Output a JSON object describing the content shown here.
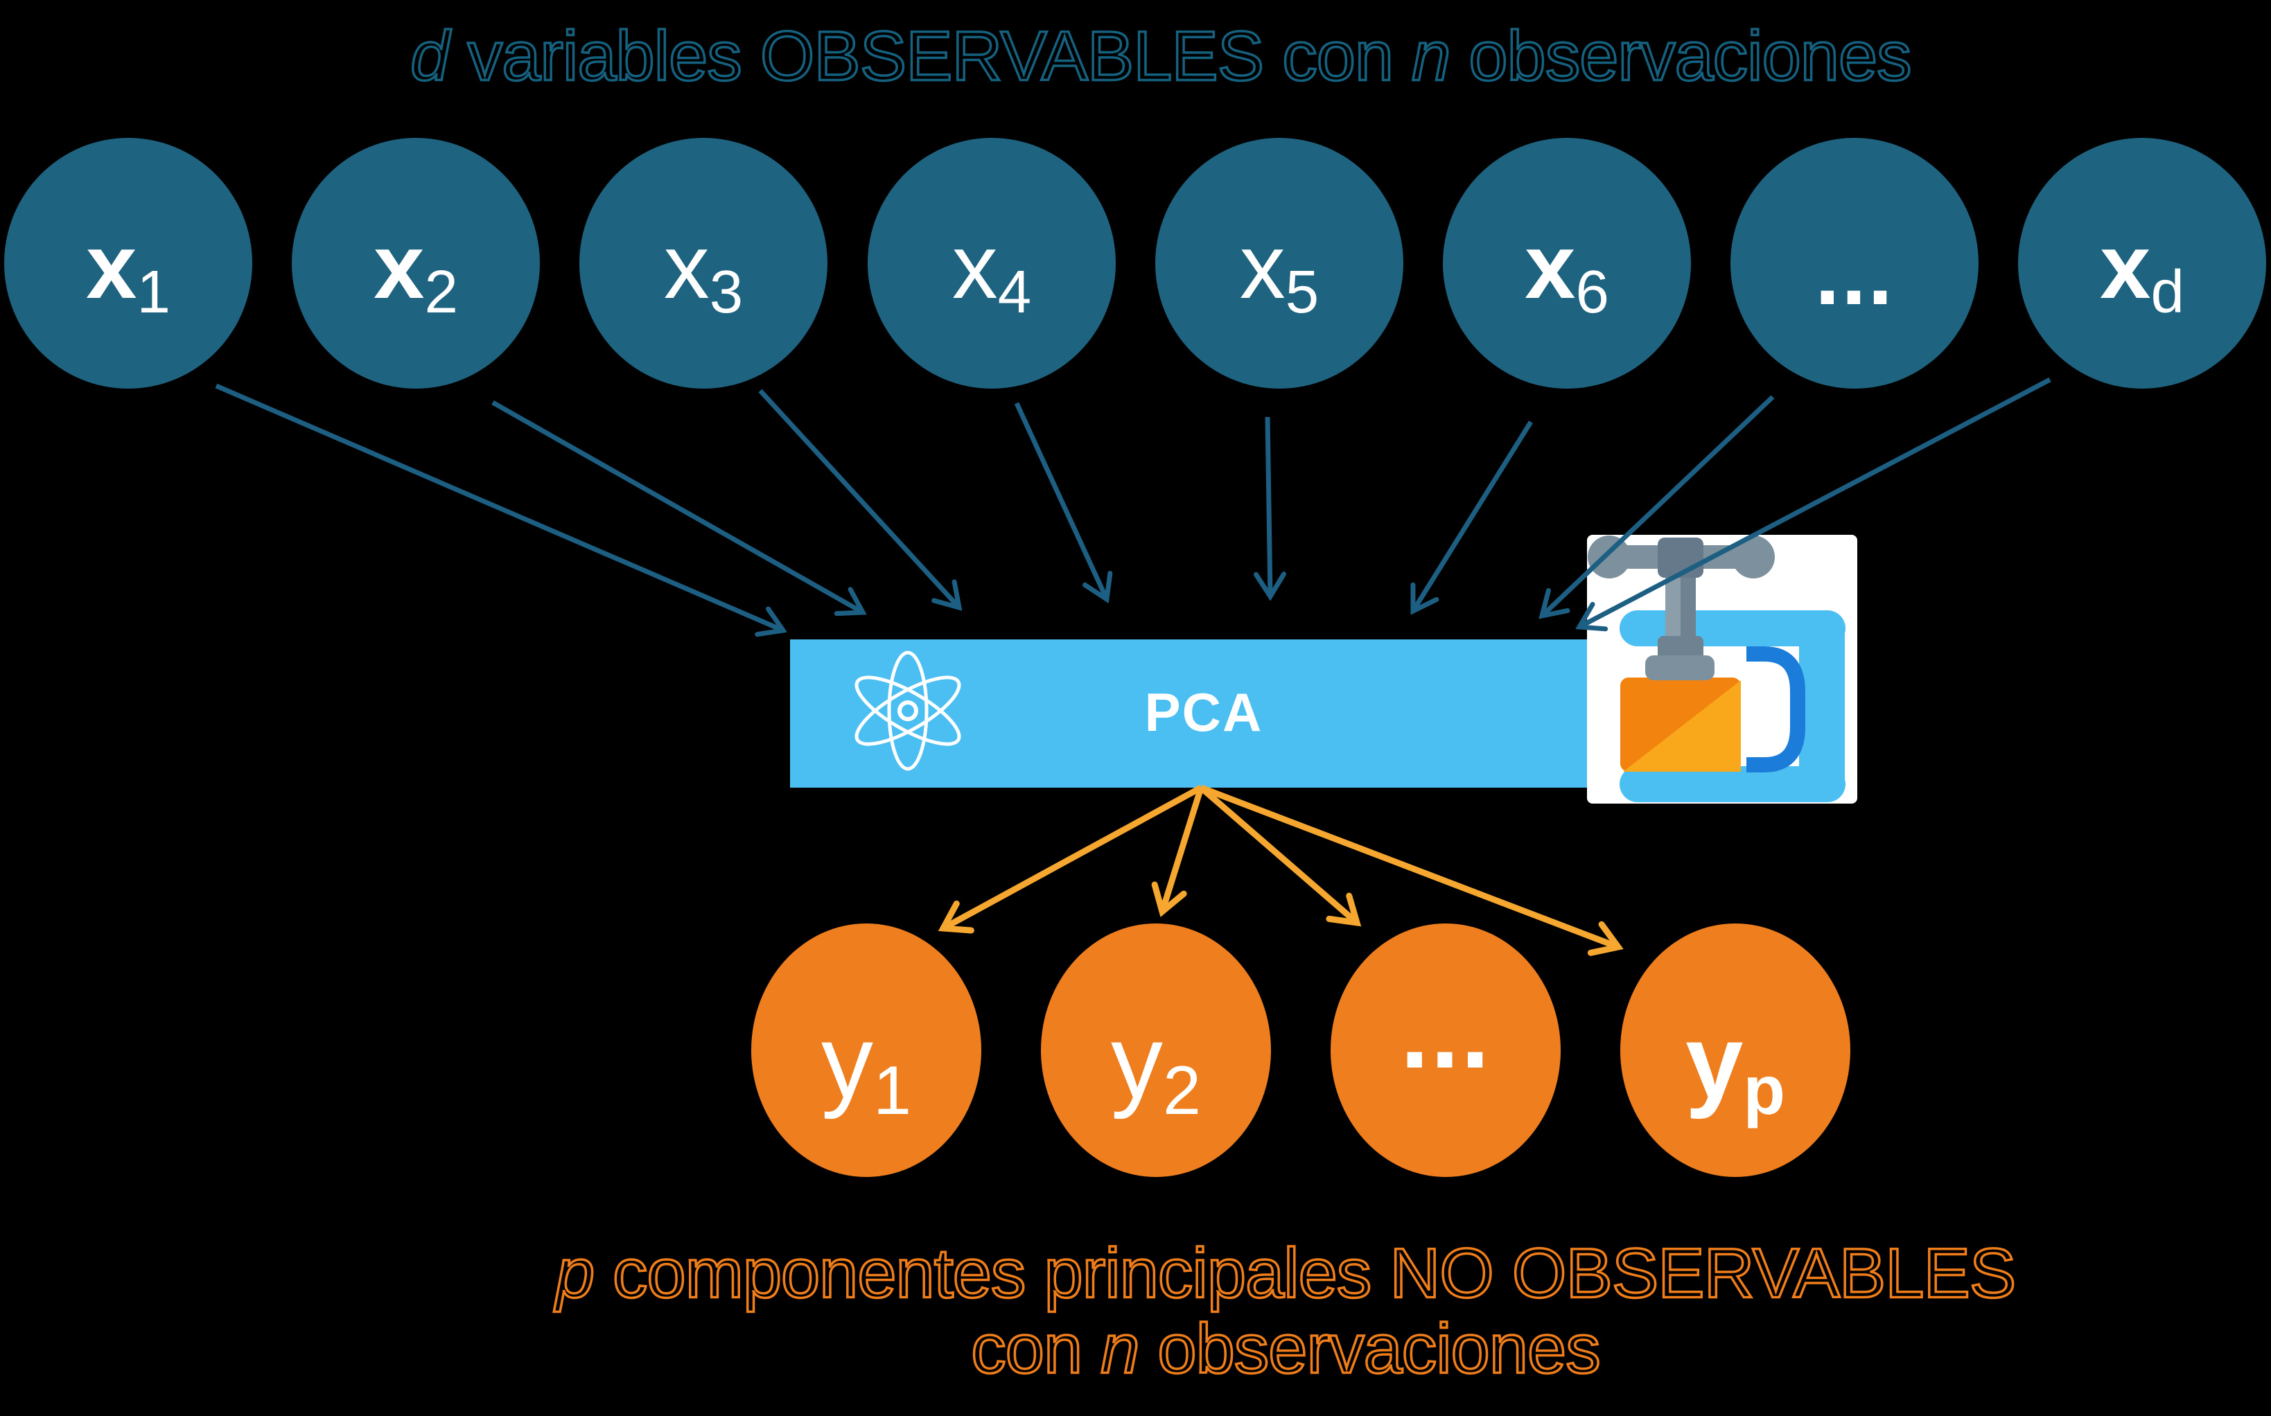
{
  "title": {
    "var_d": "d",
    "mid1": " variables OBSERVABLES con ",
    "var_n": "n",
    "end": " observaciones"
  },
  "input_nodes": [
    {
      "base": "x",
      "sub": "1"
    },
    {
      "base": "x",
      "sub": "2"
    },
    {
      "base": "x",
      "sub": "3"
    },
    {
      "base": "x",
      "sub": "4"
    },
    {
      "base": "x",
      "sub": "5"
    },
    {
      "base": "x",
      "sub": "6"
    },
    {
      "base": "...",
      "sub": ""
    },
    {
      "base": "x",
      "sub": "d"
    }
  ],
  "pca": {
    "label": "PCA",
    "icon_left": "atom-icon",
    "icon_right": "compress-clamp-icon"
  },
  "output_nodes": [
    {
      "base": "y",
      "sub": "1"
    },
    {
      "base": "y",
      "sub": "2"
    },
    {
      "base": "...",
      "sub": ""
    },
    {
      "base": "y",
      "sub": "p"
    }
  ],
  "caption": {
    "var_p": "p",
    "line1_rest": " componentes principales NO OBSERVABLES",
    "line2_pre": "con ",
    "var_n": "n",
    "line2_rest": " observaciones"
  },
  "colors": {
    "background": "#000000",
    "input_node_fill": "#1E6380",
    "title_outline": "#156180",
    "dark_arrow": "#1D5F82",
    "pca_box": "#4CBFF2",
    "output_node_fill": "#EF7E1E",
    "caption_outline": "#EF7D1A",
    "orange_arrow": "#F6A72F",
    "node_text": "#FFFFFF"
  }
}
